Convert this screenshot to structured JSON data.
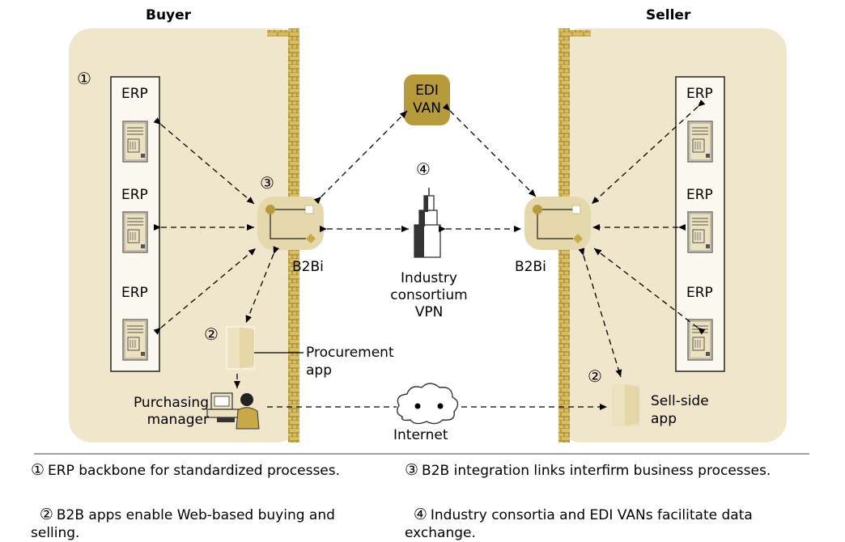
{
  "headers": {
    "buyer": "Buyer",
    "seller": "Seller"
  },
  "markers": {
    "m1": "①",
    "m2": "②",
    "m3": "③",
    "m4": "④"
  },
  "buyer": {
    "erp": [
      "ERP",
      "ERP",
      "ERP"
    ],
    "hub_label": "B2Bi",
    "procurement_app": "Procurement\napp",
    "purchasing_manager": "Purchasing\nmanager"
  },
  "seller": {
    "erp": [
      "ERP",
      "ERP",
      "ERP"
    ],
    "hub_label": "B2Bi",
    "sell_side_app": "Sell-side\napp"
  },
  "center": {
    "edi_van": "EDI\nVAN",
    "consortium": "Industry\nconsortium\nVPN",
    "internet": "Internet"
  },
  "legend": [
    {
      "marker": "①",
      "text": "ERP backbone for standardized processes."
    },
    {
      "marker": "③",
      "text": "B2B integration links interfirm business processes."
    },
    {
      "marker": "②",
      "text": "B2B apps enable Web-based buying and\nselling."
    },
    {
      "marker": "④",
      "text": "Industry consortia and EDI VANs facilitate data\nexchange."
    }
  ],
  "colors": {
    "zone_fill": "#efe6cc",
    "wall": "#c9a84a",
    "hub_fill": "#e5d8ad",
    "edi_fill": "#b69a3c",
    "server_fill": "#ede2c0"
  }
}
